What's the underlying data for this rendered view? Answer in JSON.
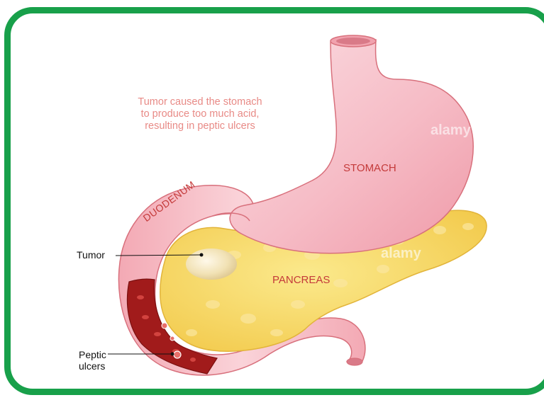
{
  "caption_lines": [
    "Tumor caused the stomach",
    "to produce too much acid,",
    "resulting in peptic ulcers"
  ],
  "labels": {
    "stomach": "STOMACH",
    "duodenum": "DUODENUM",
    "pancreas": "PANCREAS",
    "tumor": "Tumor",
    "peptic_line1": "Peptic",
    "peptic_line2": "ulcers"
  },
  "watermark": "alamy",
  "colors": {
    "frame": "#18a04a",
    "stomach": "#f6b9c3",
    "pancreas": "#f5d55a",
    "ulcer": "#9c1a1a",
    "caption": "#e88a86",
    "organ_label": "#c43a3a"
  }
}
